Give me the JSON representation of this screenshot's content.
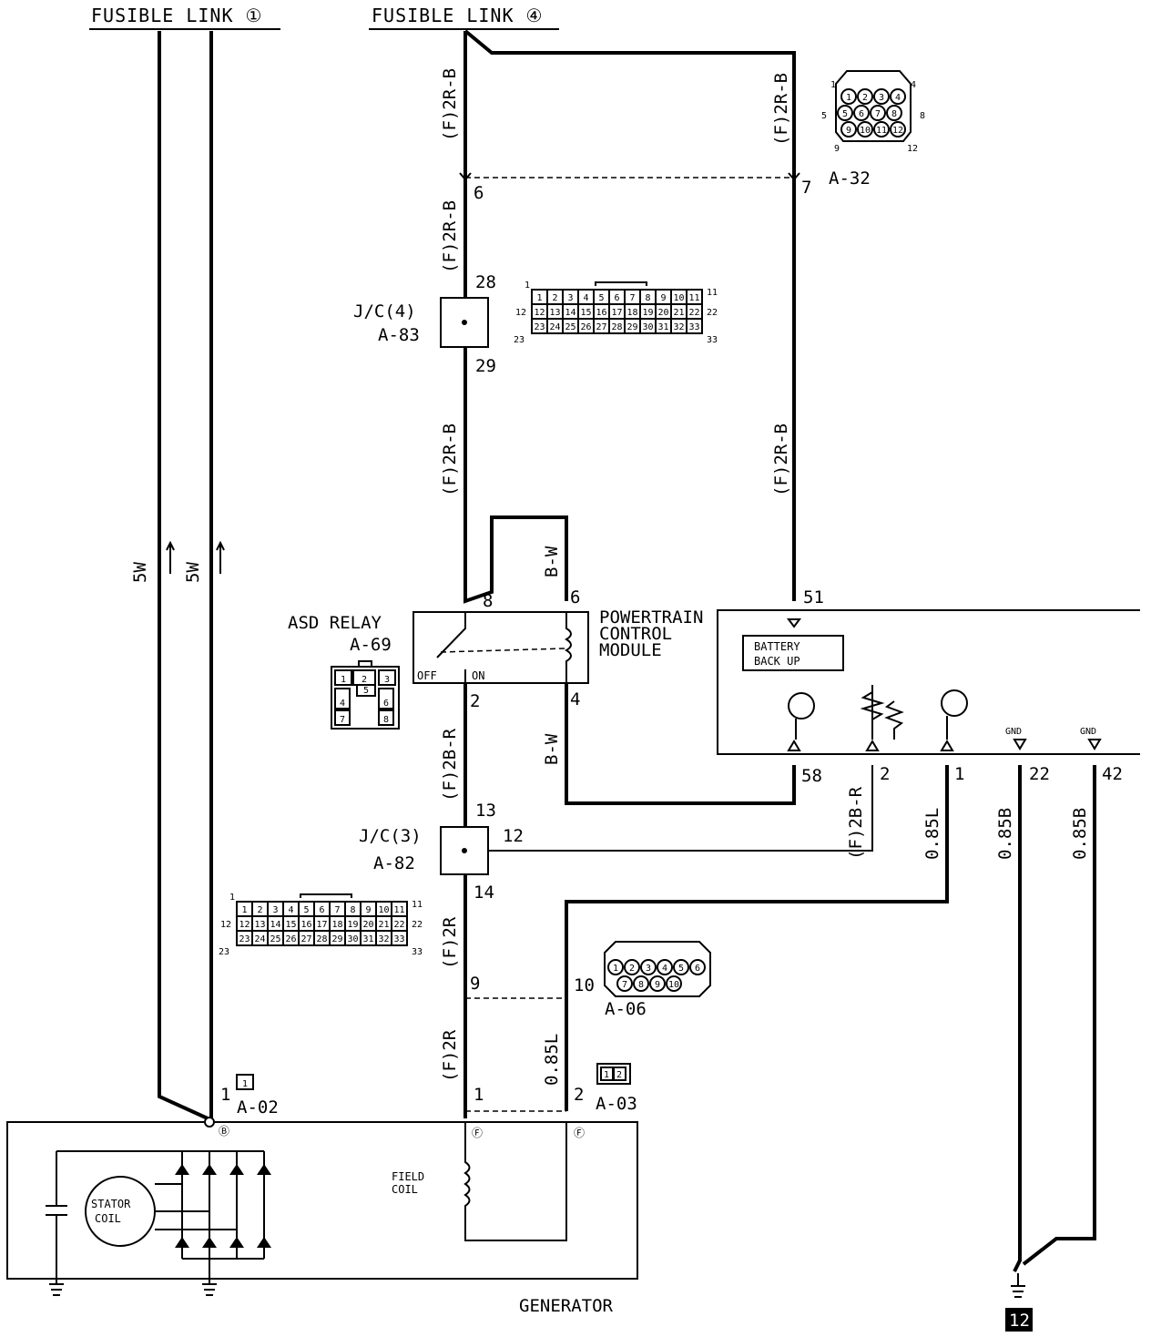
{
  "headers": {
    "fusible_link_1": "FUSIBLE LINK ①",
    "fusible_link_4": "FUSIBLE LINK ④"
  },
  "wires": {
    "w_2rb": "(F)2R-B",
    "w_2br": "(F)2B-R",
    "w_2r": "(F)2R",
    "w_bw": "B-W",
    "w_5w": "5W",
    "w_085l": "0.85L",
    "w_085b": "0.85B"
  },
  "connectors": {
    "a32": "A-32",
    "a83": "A-83",
    "a69": "A-69",
    "a82": "A-82",
    "a06": "A-06",
    "a03": "A-03",
    "a02": "A-02"
  },
  "labels": {
    "jc4": "J/C(4)",
    "jc3": "J/C(3)",
    "asd_relay": "ASD RELAY",
    "pcm": [
      "POWERTRAIN",
      "CONTROL",
      "MODULE"
    ],
    "battery_backup": [
      "BATTERY",
      "BACK UP"
    ],
    "gnd": "GND",
    "off": "OFF",
    "on": "ON",
    "field_coil": [
      "FIELD",
      "COIL"
    ],
    "stator_coil": [
      "STATOR",
      "COIL"
    ],
    "generator": "GENERATOR",
    "page_badge": "12"
  },
  "pins": {
    "p6": "6",
    "p7": "7",
    "p28": "28",
    "p29": "29",
    "p8": "8",
    "p6b": "6",
    "p51": "51",
    "p2": "2",
    "p4": "4",
    "p58": "58",
    "p2b": "2",
    "p1": "1",
    "p22": "22",
    "p42": "42",
    "p13": "13",
    "p12": "12",
    "p14": "14",
    "p9": "9",
    "p10": "10",
    "p1b": "1",
    "p2c": "2",
    "p1c": "1"
  },
  "pin_grids": {
    "a32_rows": [
      [
        "1",
        "2",
        "3",
        "4"
      ],
      [
        "5",
        "6",
        "7",
        "8"
      ],
      [
        "9",
        "10",
        "11",
        "12"
      ]
    ],
    "a32_corner": [
      "1",
      "4",
      "5",
      "8",
      "9",
      "12"
    ],
    "jc_rows": [
      [
        "1",
        "2",
        "3",
        "4",
        "5",
        "6",
        "7",
        "8",
        "9",
        "10",
        "11"
      ],
      [
        "12",
        "13",
        "14",
        "15",
        "16",
        "17",
        "18",
        "19",
        "20",
        "21",
        "22"
      ],
      [
        "23",
        "24",
        "25",
        "26",
        "27",
        "28",
        "29",
        "30",
        "31",
        "32",
        "33"
      ]
    ],
    "jc_corner": [
      "1",
      "11",
      "12",
      "22",
      "23",
      "33"
    ],
    "a06_rows": [
      [
        "1",
        "2",
        "3",
        "4",
        "5",
        "6"
      ],
      [
        "7",
        "8",
        "9",
        "10"
      ]
    ],
    "a03_pins": [
      "1",
      "2"
    ],
    "a02_pins": [
      "1"
    ],
    "a69_pins": [
      "1",
      "2",
      "3",
      "4",
      "5",
      "6",
      "7",
      "8"
    ]
  }
}
